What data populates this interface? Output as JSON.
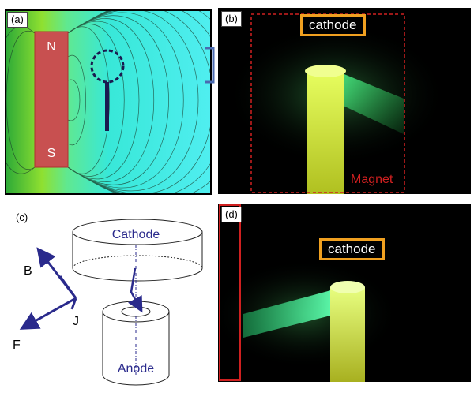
{
  "panels": {
    "a": {
      "label": "(a)",
      "north": "N",
      "south": "S"
    },
    "b": {
      "label": "(b)",
      "cathode": "cathode",
      "magnet": "Magnet"
    },
    "c": {
      "label": "(c)",
      "cathode": "Cathode",
      "anode": "Anode",
      "vector_b": "B",
      "vector_j": "J",
      "vector_f": "F"
    },
    "d": {
      "label": "(d)",
      "cathode": "cathode"
    }
  },
  "colors": {
    "magnet": "#c85050",
    "field_bg": "#40e8e8",
    "arrow": "#2a2a8c",
    "plasma": "#30d870",
    "label_border": "#f0a020",
    "magnet_outline": "#d02020"
  }
}
